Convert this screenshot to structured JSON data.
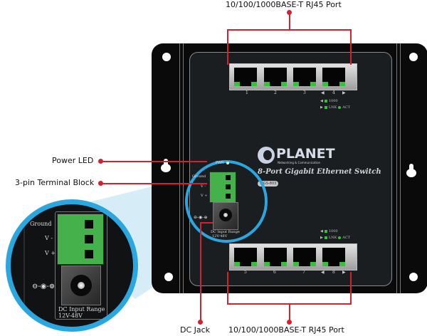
{
  "callouts": {
    "top_ports": "10/100/1000BASE-T RJ45 Port",
    "power_led": "Power LED",
    "terminal_block": "3-pin Terminal Block",
    "dc_jack": "DC Jack",
    "bottom_ports": "10/100/1000BASE-T RJ45 Port"
  },
  "device": {
    "brand": "PLANET",
    "brand_tagline": "Networking & Communication",
    "product_title": "8-Port Gigabit Ethernet Switch",
    "model": "WGS-803",
    "power_led_label": "PWR",
    "top_ports": [
      "1",
      "2",
      "3",
      "4"
    ],
    "bottom_ports": [
      "5",
      "6",
      "7",
      "8"
    ],
    "led_legend": {
      "speed": "1000",
      "lnk": "LNK",
      "act": "ACT"
    },
    "terminal_labels": [
      "Ground",
      "V -",
      "V +"
    ],
    "dc_symbol": "⊖-◉-⊕",
    "dc_input_range_label": "DC Input Range",
    "dc_input_range_value": "12V-48V"
  },
  "colors": {
    "callout_red": "#d3222f",
    "zoom_blue": "#2ba7df",
    "led_green": "#35c13b",
    "terminal_green": "#45b14a"
  }
}
